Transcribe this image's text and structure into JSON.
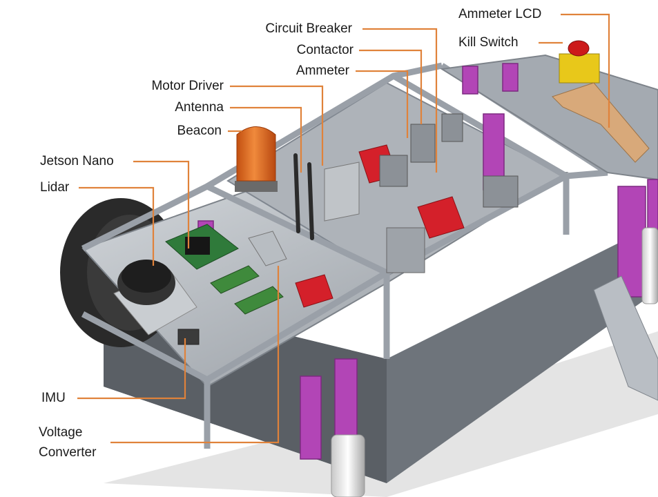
{
  "labels": {
    "ammeter_lcd": "Ammeter LCD",
    "kill_switch": "Kill Switch",
    "circuit_breaker": "Circuit Breaker",
    "contactor": "Contactor",
    "ammeter": "Ammeter",
    "motor_driver": "Motor Driver",
    "antenna": "Antenna",
    "beacon": "Beacon",
    "jetson_nano": "Jetson Nano",
    "lidar": "Lidar",
    "imu": "IMU",
    "voltage_converter_line1": "Voltage",
    "voltage_converter_line2": "Converter"
  },
  "colors": {
    "leader": "#e0823a",
    "frame": "#9aa0a8",
    "plate": "#b7bcc2",
    "bracket": "#b245b6",
    "beacon": "#e06a1a",
    "component_red": "#d4202a",
    "pcb_green": "#3f8a3c",
    "tire": "#2a2a2a",
    "kill_switch_base": "#e8c81a",
    "kill_switch_button": "#cc1a1a"
  }
}
